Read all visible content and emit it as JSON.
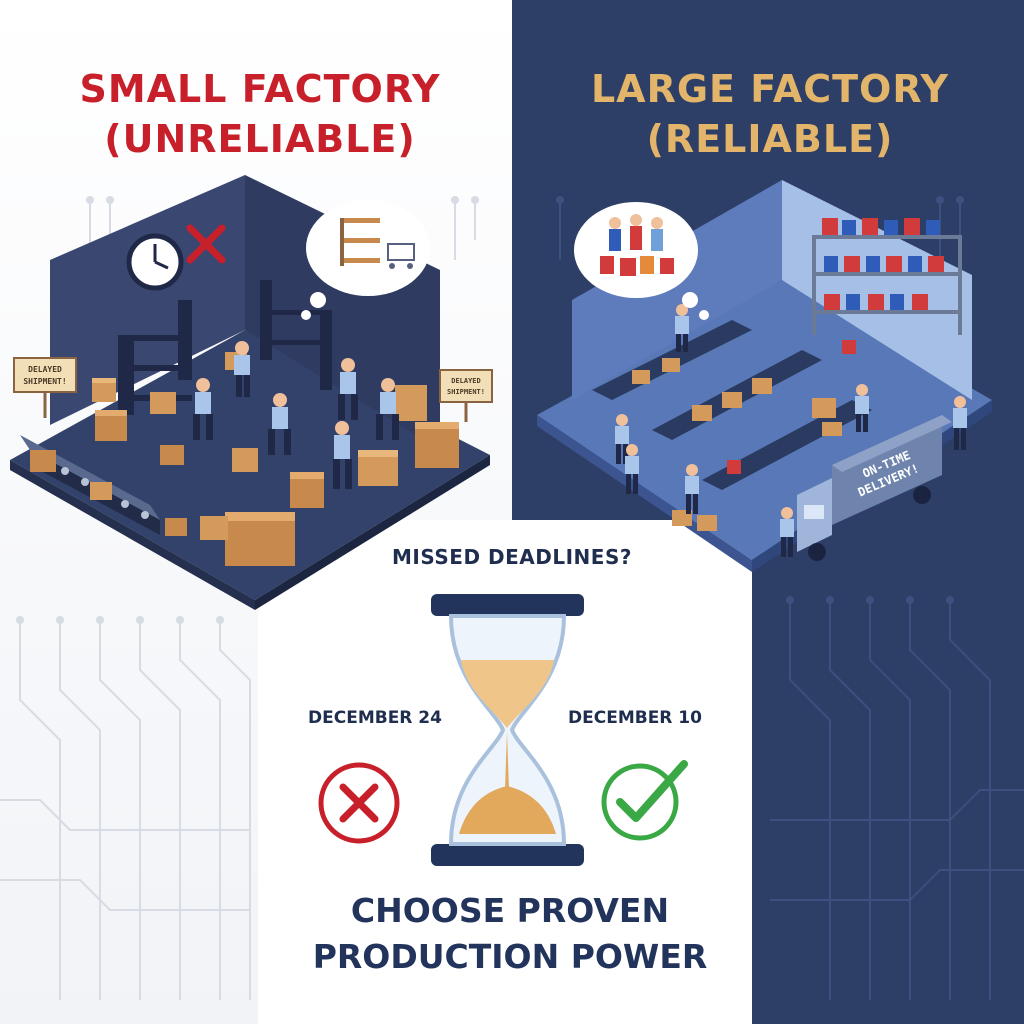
{
  "titles": {
    "left_line1": "SMALL FACTORY",
    "left_line2": "(UNRELIABLE)",
    "right_line1": "LARGE FACTORY",
    "right_line2": "(RELIABLE)"
  },
  "small_factory": {
    "sign_left_line1": "DELAYED",
    "sign_left_line2": "SHIPMENT!",
    "sign_right_line1": "DELAYED",
    "sign_right_line2": "SHIPMENT!",
    "thought": "empty-shelves-and-cart"
  },
  "large_factory": {
    "truck_line1": "ON-TIME",
    "truck_line2": "DELIVERY!",
    "thought": "happy-customers-with-gifts"
  },
  "question": "MISSED DEADLINES?",
  "dates": {
    "left": "DECEMBER 24",
    "right": "DECEMBER 10"
  },
  "icons": {
    "left_status": "x-circle-icon",
    "right_status": "check-circle-icon",
    "center": "hourglass-icon"
  },
  "cta": {
    "line1": "CHOOSE PROVEN",
    "line2": "PRODUCTION POWER"
  },
  "colors": {
    "unreliable_red": "#c8202a",
    "reliable_gold": "#e3b56a",
    "navy": "#2d3f66",
    "check_green": "#3aa845"
  }
}
